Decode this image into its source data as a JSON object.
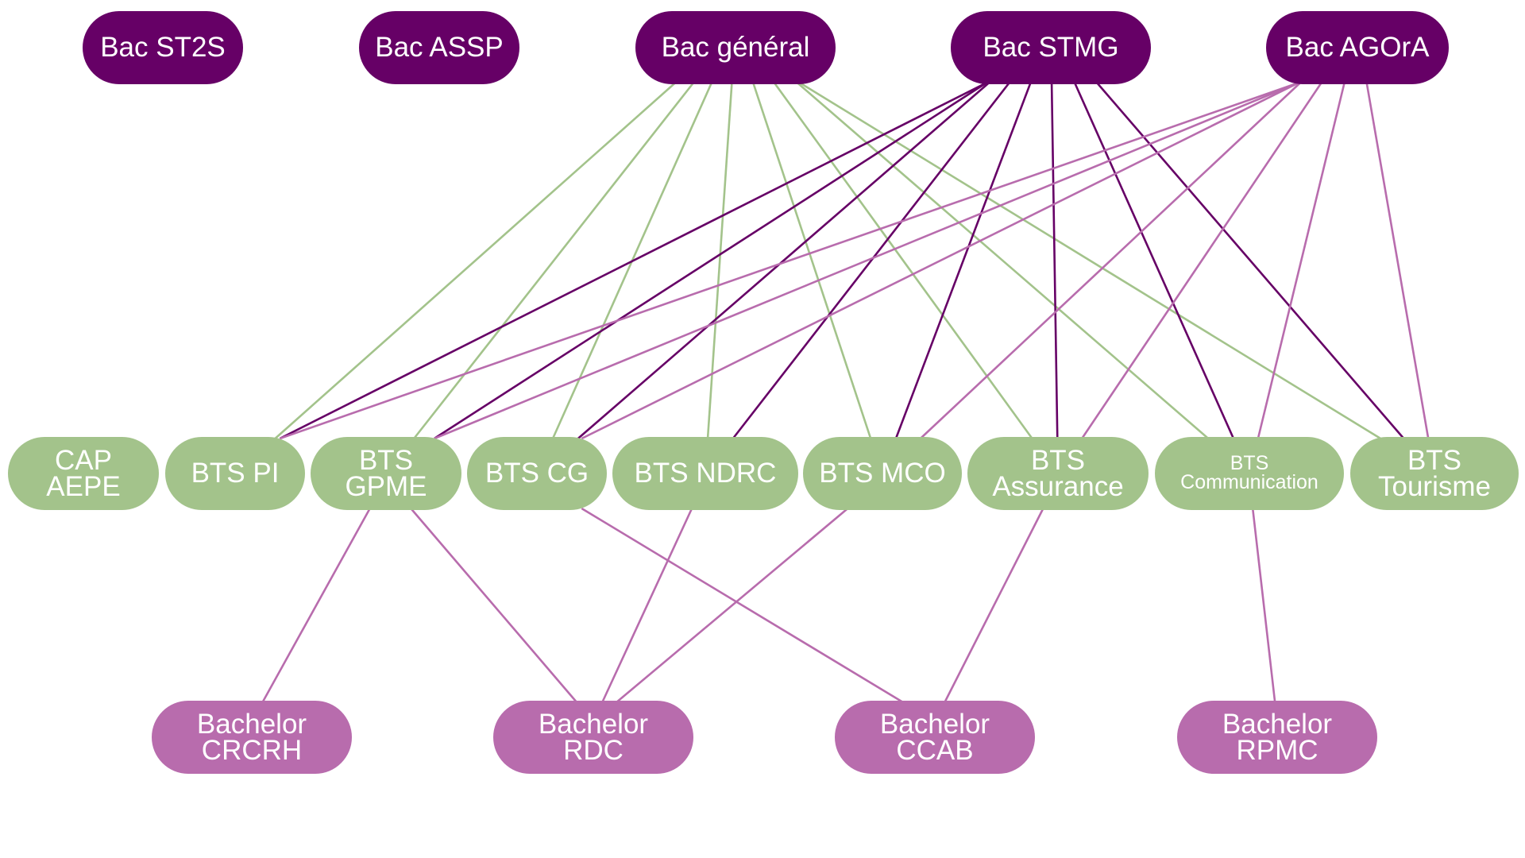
{
  "colors": {
    "bac": "#660066",
    "bts": "#a3c38b",
    "bachelor": "#b86cad",
    "edge_green": "#a3c38b",
    "edge_purple": "#660066",
    "edge_pink": "#b86cad",
    "background": "#ffffff"
  },
  "bac": {
    "st2s": [
      "Bac ST2S"
    ],
    "assp": [
      "Bac ASSP"
    ],
    "general": [
      "Bac général"
    ],
    "stmg": [
      "Bac STMG"
    ],
    "agora": [
      "Bac AGOrA"
    ]
  },
  "bts": {
    "cap_aepe": [
      "CAP",
      "AEPE"
    ],
    "pi": [
      "BTS PI"
    ],
    "gpme": [
      "BTS",
      "GPME"
    ],
    "cg": [
      "BTS CG"
    ],
    "ndrc": [
      "BTS NDRC"
    ],
    "mco": [
      "BTS MCO"
    ],
    "assurance": [
      "BTS",
      "Assurance"
    ],
    "communication": [
      "BTS",
      "Communication"
    ],
    "tourisme": [
      "BTS",
      "Tourisme"
    ]
  },
  "bachelor": {
    "crcrh": [
      "Bachelor",
      "CRCRH"
    ],
    "rdc": [
      "Bachelor",
      "RDC"
    ],
    "ccab": [
      "Bachelor",
      "CCAB"
    ],
    "rpmc": [
      "Bachelor",
      "RPMC"
    ]
  },
  "edges": [
    {
      "from": "bac-general",
      "to": "bts-pi",
      "color": "edge_green"
    },
    {
      "from": "bac-general",
      "to": "bts-gpme",
      "color": "edge_green"
    },
    {
      "from": "bac-general",
      "to": "bts-cg",
      "color": "edge_green"
    },
    {
      "from": "bac-general",
      "to": "bts-ndrc",
      "color": "edge_green"
    },
    {
      "from": "bac-general",
      "to": "bts-mco",
      "color": "edge_green"
    },
    {
      "from": "bac-general",
      "to": "bts-assurance",
      "color": "edge_green"
    },
    {
      "from": "bac-general",
      "to": "bts-communication",
      "color": "edge_green"
    },
    {
      "from": "bac-general",
      "to": "bts-tourisme",
      "color": "edge_green"
    },
    {
      "from": "bac-stmg",
      "to": "bts-pi",
      "color": "edge_purple"
    },
    {
      "from": "bac-stmg",
      "to": "bts-gpme",
      "color": "edge_purple"
    },
    {
      "from": "bac-stmg",
      "to": "bts-cg",
      "color": "edge_purple"
    },
    {
      "from": "bac-stmg",
      "to": "bts-ndrc",
      "color": "edge_purple"
    },
    {
      "from": "bac-stmg",
      "to": "bts-mco",
      "color": "edge_purple"
    },
    {
      "from": "bac-stmg",
      "to": "bts-assurance",
      "color": "edge_purple"
    },
    {
      "from": "bac-stmg",
      "to": "bts-communication",
      "color": "edge_purple"
    },
    {
      "from": "bac-stmg",
      "to": "bts-tourisme",
      "color": "edge_purple"
    },
    {
      "from": "bac-agora",
      "to": "bts-pi",
      "color": "edge_pink"
    },
    {
      "from": "bac-agora",
      "to": "bts-gpme",
      "color": "edge_pink"
    },
    {
      "from": "bac-agora",
      "to": "bts-cg",
      "color": "edge_pink"
    },
    {
      "from": "bac-agora",
      "to": "bts-mco",
      "color": "edge_pink"
    },
    {
      "from": "bac-agora",
      "to": "bts-assurance",
      "color": "edge_pink"
    },
    {
      "from": "bac-agora",
      "to": "bts-communication",
      "color": "edge_pink"
    },
    {
      "from": "bac-agora",
      "to": "bts-tourisme",
      "color": "edge_pink"
    },
    {
      "from": "bts-gpme",
      "to": "bachelor-crcrh",
      "color": "edge_pink"
    },
    {
      "from": "bts-gpme",
      "to": "bachelor-rdc",
      "color": "edge_pink"
    },
    {
      "from": "bts-ndrc",
      "to": "bachelor-rdc",
      "color": "edge_pink"
    },
    {
      "from": "bts-mco",
      "to": "bachelor-rdc",
      "color": "edge_pink"
    },
    {
      "from": "bts-cg",
      "to": "bachelor-ccab",
      "color": "edge_pink"
    },
    {
      "from": "bts-assurance",
      "to": "bachelor-ccab",
      "color": "edge_pink"
    },
    {
      "from": "bts-communication",
      "to": "bachelor-rpmc",
      "color": "edge_pink"
    }
  ]
}
